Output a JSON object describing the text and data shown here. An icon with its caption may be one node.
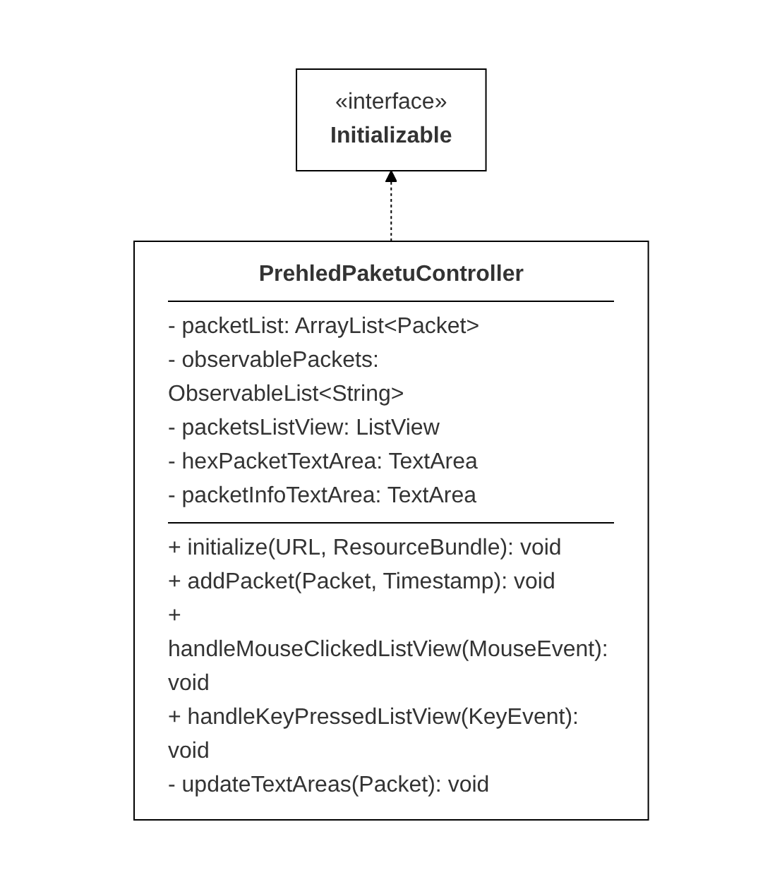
{
  "diagram": {
    "nodes": [
      {
        "text": [
          "«interface»",
          "Initializable"
        ]
      },
      {
        "text": [
          "PrehledPaketuController",
          "- packetList: ArrayList<Packet>",
          "- observablePackets: ObservableList<String>",
          "- packetsListView: ListView",
          "- hexPacketTextArea: TextArea",
          "- packetInfoTextArea: TextArea",
          "+ initialize(URL, ResourceBundle): void",
          "+ addPacket(Packet, Timestamp): void",
          "+ handleMouseClickedListView(MouseEvent): void",
          "+ handleKeyPressedListView(KeyEvent): void",
          "- updateTextAreas(Packet): void"
        ]
      }
    ],
    "edges": [
      {
        "from": 1,
        "to": 0,
        "arrow": "to",
        "style": "dashed"
      }
    ]
  }
}
